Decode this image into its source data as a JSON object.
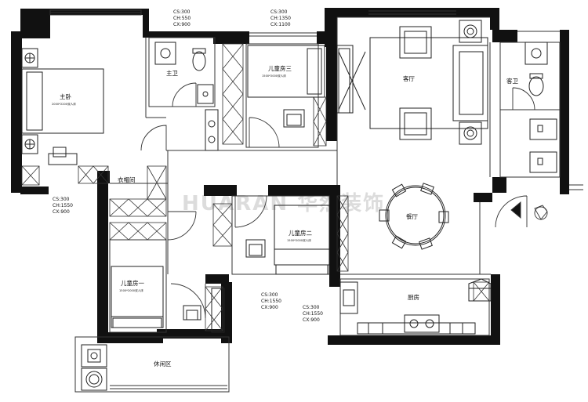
{
  "rooms": {
    "master_bedroom": "主卧",
    "master_bath": "主卫",
    "child_room_3": "儿童房三",
    "living_room": "客厅",
    "guest_bath": "客卫",
    "walk_in_closet": "衣帽间",
    "dining_room": "餐厅",
    "child_room_2": "儿童房二",
    "child_room_1": "儿童房一",
    "kitchen": "厨房",
    "leisure_area": "休闲区"
  },
  "bed_notes": {
    "master": "2000*2200双人床",
    "child_3": "1500*2000双人床",
    "child_2": "1500*2000双人床",
    "child_1": "1500*2000双人床"
  },
  "dimension_notes": {
    "top_left": [
      "CS:300",
      "CH:550",
      "CX:900"
    ],
    "top_center": [
      "CS:300",
      "CH:1350",
      "CX:1100"
    ],
    "left_middle": [
      "CS:300",
      "CH:1550",
      "CX:900"
    ],
    "bottom_center": [
      "CS:300",
      "CH:1550",
      "CX:900"
    ],
    "bottom_right": [
      "CS:300",
      "CH:1550",
      "CX:900"
    ]
  },
  "watermark": "HUARAN 华然装饰",
  "colors": {
    "wall": "#111111",
    "line": "#333333",
    "background": "#ffffff"
  }
}
